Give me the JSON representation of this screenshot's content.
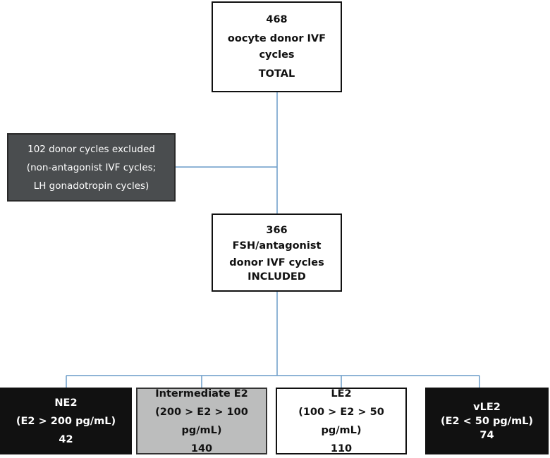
{
  "total": {
    "count": "468",
    "line1": "oocyte donor IVF",
    "line2": "cycles",
    "label": "TOTAL"
  },
  "excluded": {
    "line1": "102 donor cycles excluded",
    "line2": "(non-antagonist IVF cycles;",
    "line3": "LH gonadotropin cycles)"
  },
  "included": {
    "count": "366",
    "line1": "FSH/antagonist",
    "line2": "donor IVF cycles",
    "label": "INCLUDED"
  },
  "groups": [
    {
      "name": "NE2",
      "range": "(E2 > 200 pg/mL)",
      "count": "42"
    },
    {
      "name": "Intermediate E2",
      "range": "(200 > E2 > 100 pg/mL)",
      "count": "140"
    },
    {
      "name": "LE2",
      "range": "(100 > E2 > 50 pg/mL)",
      "count": "110"
    },
    {
      "name": "vLE2",
      "range": "(E2 < 50 pg/mL)",
      "count": "74"
    }
  ],
  "colors": {
    "connector": "#6a9cc9",
    "dark_box": "#4a4d4f",
    "black_box": "#111111",
    "gray_box": "#bcbdbd"
  }
}
